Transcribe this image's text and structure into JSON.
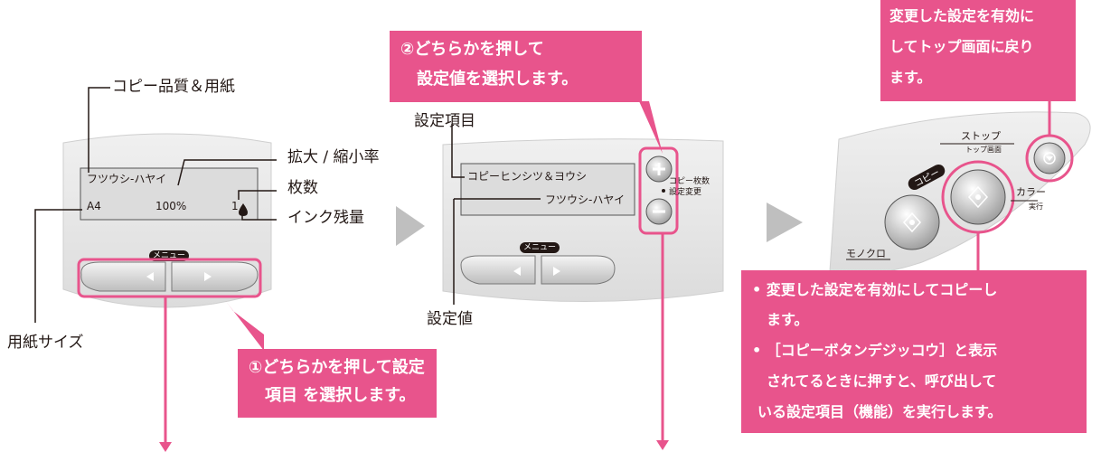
{
  "colors": {
    "pink": "#e8548c",
    "panel": "#e7e7e7",
    "arrow": "#bfbfbf",
    "line": "#231815"
  },
  "panel1": {
    "lcd_line1": "フツウシ-ハヤイ",
    "lcd_size": "A4",
    "lcd_zoom": "100%",
    "lcd_count": "1",
    "menu_badge": "メニュー",
    "label_quality": "コピー品質＆用紙",
    "label_zoom": "拡大 / 縮小率",
    "label_count": "枚数",
    "label_ink": "インク残量",
    "label_papersize": "用紙サイズ",
    "callout": {
      "line1": "①どちらかを押して設定",
      "line2": "項目 を選択します。"
    }
  },
  "panel2": {
    "label_item": "設定項目",
    "label_value": "設定値",
    "lcd_line1": "コピーヒンシツ＆ヨウシ",
    "lcd_line2": "フツウシ-ハヤイ",
    "side_label_1": "コピー枚数",
    "side_label_2": "設定変更",
    "menu_badge": "メニュー",
    "callout": {
      "line1": "②どちらかを押して",
      "line2": "設定値を選択します。"
    }
  },
  "panel3": {
    "callout_top": {
      "line1": "変更した設定を有効に",
      "line2": "してトップ画面に戻り",
      "line3": "ます。"
    },
    "stop_label_1": "ストップ",
    "stop_label_2": "トップ画面",
    "copy_badge": "コピー",
    "color_label": "カラー",
    "run_label": "実行",
    "mono_label": "モノクロ",
    "callout_bottom": {
      "line1": "• 変更した設定を有効にしてコピーし",
      "line2": "ます。",
      "line3": "• ［コピーボタンデジッコウ］と表示",
      "line4": "されてるときに押すと、呼び出して",
      "line5": "いる設定項目（機能）を実行します。"
    }
  }
}
